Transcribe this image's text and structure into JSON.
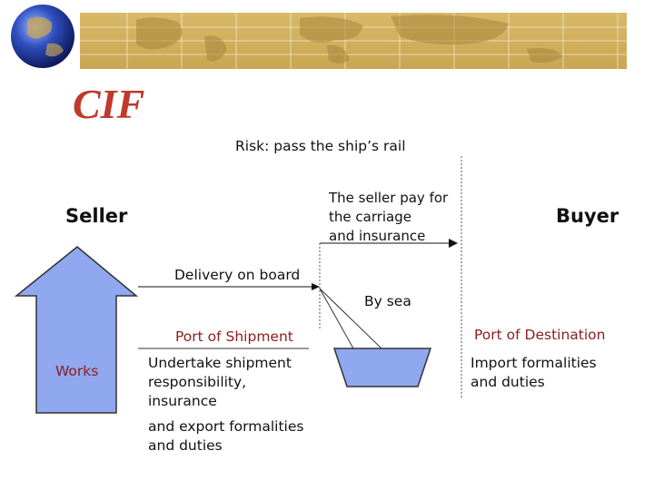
{
  "header": {
    "title": "CIF"
  },
  "labels": {
    "risk": "Risk: pass the ship’s rail",
    "seller": "Seller",
    "buyer": "Buyer",
    "seller_pays": [
      "The seller pay for",
      "the carriage",
      "and insurance"
    ],
    "delivery": "Delivery on board",
    "by_sea": "By sea",
    "port_shipment": "Port of Shipment",
    "port_destination": "Port of Destination",
    "works": "Works",
    "seller_duties_1": [
      "Undertake shipment",
      "responsibility,",
      "insurance"
    ],
    "seller_duties_2": [
      "and export formalities",
      "and duties"
    ],
    "buyer_duties": [
      "Import formalities",
      "and duties"
    ]
  },
  "colors": {
    "title": "#c0392b",
    "ports": "#8a1e1e",
    "shape_fill": "#8fa8ef",
    "line": "#333333",
    "banner": "#c9a651"
  },
  "icons": [
    "globe-icon",
    "world-map-banner"
  ]
}
